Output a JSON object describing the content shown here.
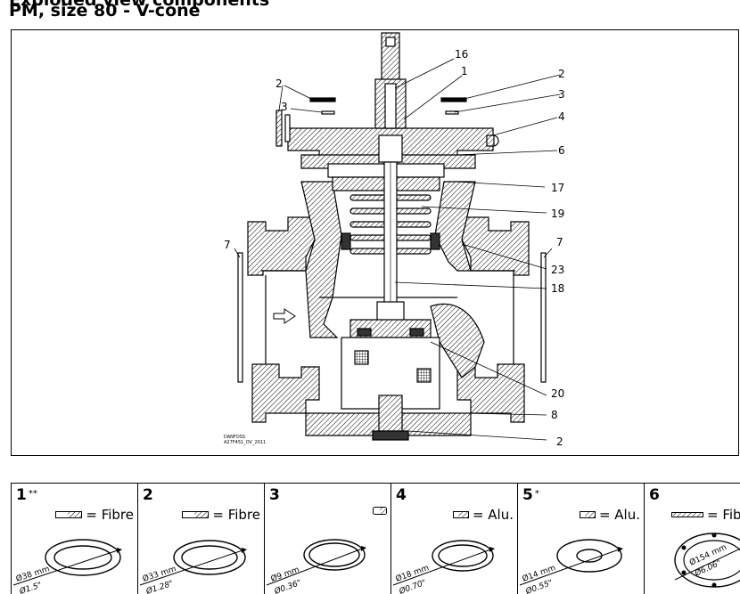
{
  "title_cut": "Exploded view components",
  "title": "PM, size 80 - V-cone",
  "watermark_brand": "DANFOSS",
  "watermark_code": "A27F451_OV_2011",
  "callouts": {
    "c16": "16",
    "c1": "1",
    "c2_left": "2",
    "c2_right": "2",
    "c3_left": "3",
    "c3_right": "3",
    "c4": "4",
    "c6": "6",
    "c17": "17",
    "c19": "19",
    "c7_left": "7",
    "c7_right": "7",
    "c23": "23",
    "c18": "18",
    "c20": "20",
    "c8": "8",
    "c2_bottom": "2"
  },
  "parts": [
    {
      "num": "1",
      "mark": "**",
      "material": "= Fibre",
      "dia_mm": "Ø38 mm",
      "dia_in": "Ø1.5\""
    },
    {
      "num": "2",
      "mark": "",
      "material": "= Fibre",
      "dia_mm": "Ø33 mm",
      "dia_in": "Ø1.28\""
    },
    {
      "num": "3",
      "mark": "",
      "material": "",
      "dia_mm": "Ø9 mm",
      "dia_in": "Ø0.36\""
    },
    {
      "num": "4",
      "mark": "",
      "material": "= Alu.",
      "dia_mm": "Ø18 mm",
      "dia_in": "Ø0.70\""
    },
    {
      "num": "5",
      "mark": "*",
      "material": "= Alu.",
      "dia_mm": "Ø14 mm",
      "dia_in": "Ø0.55\""
    },
    {
      "num": "6",
      "mark": "",
      "material": "= Fibre",
      "dia_mm": "Ø154 mm",
      "dia_in": "Ø6.06\""
    }
  ],
  "colors": {
    "line": "#000000",
    "background": "#ffffff"
  }
}
